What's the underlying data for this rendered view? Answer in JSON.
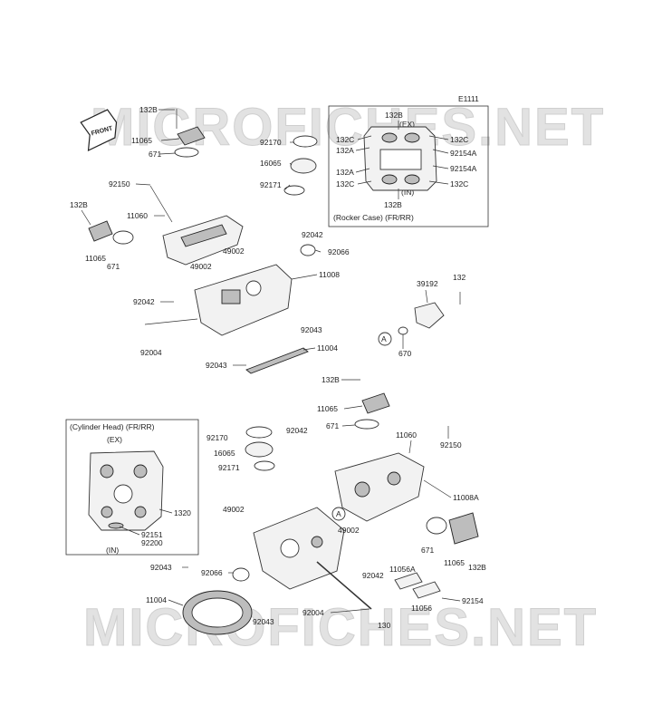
{
  "watermark": "MICROFICHES.NET",
  "front_arrow": "FRONT",
  "diagram_code": "E1111",
  "rocker_case_box": {
    "title": "(Rocker Case)   (FR/RR)",
    "ex": "(EX)",
    "in": "(IN)",
    "labels": [
      "132B",
      "132C",
      "132A",
      "132C",
      "92154A",
      "132A",
      "92154A",
      "132C",
      "132C",
      "132B"
    ]
  },
  "cylinder_head_box": {
    "title": "(Cylinder Head)   (FR/RR)",
    "ex": "(EX)",
    "in": "(IN)",
    "labels": [
      "1320",
      "92151",
      "92200"
    ]
  },
  "callouts_top": [
    "132B",
    "11065",
    "671",
    "92170",
    "16065",
    "92171",
    "92150",
    "11060",
    "132B",
    "11065",
    "671",
    "49002",
    "49002",
    "92042",
    "92066",
    "11008",
    "92042",
    "92043",
    "92004",
    "11004",
    "92043"
  ],
  "callouts_mid": [
    "39192",
    "132",
    "670",
    "A"
  ],
  "callouts_bottom": [
    "132B",
    "11065",
    "671",
    "11060",
    "92150",
    "92170",
    "92042",
    "16065",
    "92171",
    "49002",
    "A",
    "11008A",
    "49002",
    "671",
    "11065",
    "132B",
    "92043",
    "92066",
    "92042",
    "11056A",
    "11004",
    "92004",
    "130",
    "11056",
    "92154",
    "92043"
  ]
}
